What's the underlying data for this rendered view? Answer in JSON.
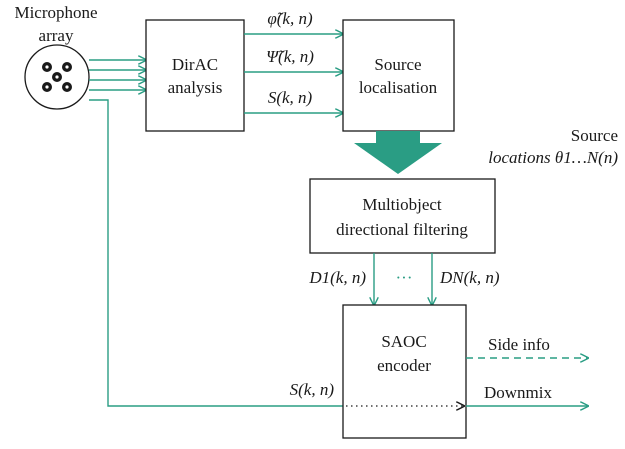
{
  "colors": {
    "accent": "#2a9d84",
    "box_stroke": "#1a1a1a",
    "text": "#1a1a1a"
  },
  "microphone": {
    "line1": "Microphone",
    "line2": "array"
  },
  "dirac": {
    "line1": "DirAC",
    "line2": "analysis"
  },
  "dirac_outputs": {
    "phi": "φ̃(k, n)",
    "psi": "Ψ̃(k, n)",
    "s": "S(k, n)"
  },
  "source_localisation": {
    "line1": "Source",
    "line2": "localisation"
  },
  "source_locations": {
    "line1": "Source",
    "line2": "locations θ1…N(n)"
  },
  "filtering": {
    "line1": "Multiobject",
    "line2": "directional filtering"
  },
  "filter_outputs": {
    "d1": "D1(k, n)",
    "dots": "···",
    "dn": "DN(k, n)"
  },
  "saoc": {
    "line1": "SAOC",
    "line2": "encoder"
  },
  "saoc_input": "S(k, n)",
  "saoc_outputs": {
    "side_info": "Side info",
    "downmix": "Downmix"
  }
}
